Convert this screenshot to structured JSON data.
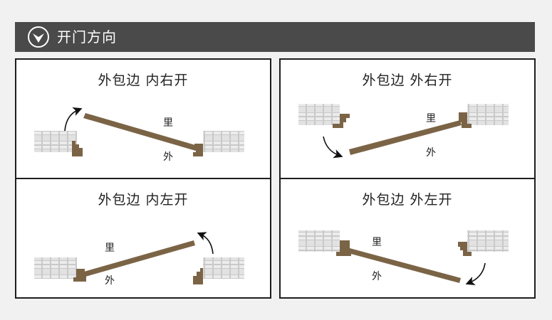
{
  "header": {
    "icon": "chevron-down-circle-icon",
    "title": "开门方向"
  },
  "colors": {
    "header_bg": "#4a4a4a",
    "page_bg": "#f1f1f1",
    "door": "#7b6446",
    "brick": "#e4e4e4",
    "mortar": "#c8c8c8"
  },
  "panels": [
    {
      "title": "外包边 内右开",
      "label_inside": "里",
      "label_outside": "外"
    },
    {
      "title": "外包边 外右开",
      "label_inside": "里",
      "label_outside": "外"
    },
    {
      "title": "外包边 内左开",
      "label_inside": "里",
      "label_outside": "外"
    },
    {
      "title": "外包边 外左开",
      "label_inside": "里",
      "label_outside": "外"
    }
  ]
}
